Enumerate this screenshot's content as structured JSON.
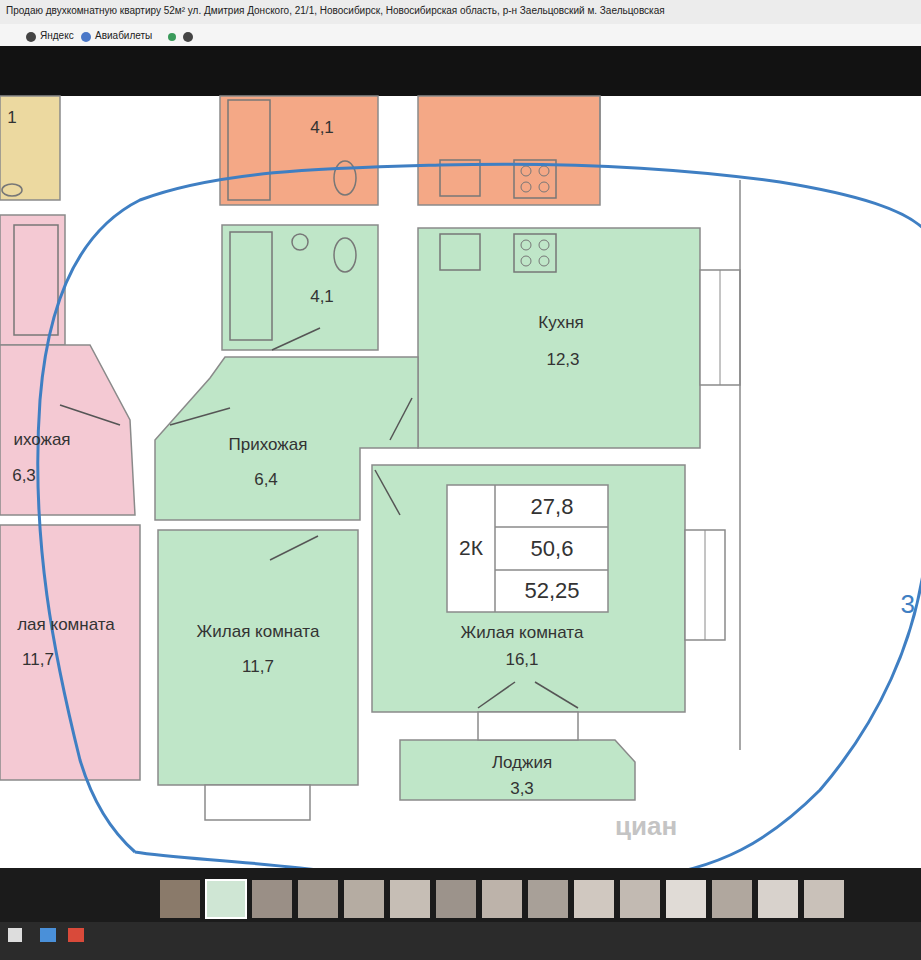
{
  "diagram": {
    "title": "Продаю двухкомнатную квартиру 52м² ул. Дмитрия Донского, 21/1, Новосибирск, Новосибирская область, р-н Заельцовский м. Заельцовская",
    "nodes": [
      {
        "text": [
          "1"
        ]
      },
      {
        "text": [
          "4,1"
        ]
      },
      {
        "text": [
          "4,1"
        ]
      },
      {
        "text": [
          "Кухня",
          "12,3"
        ]
      },
      {
        "text": [
          "ихожая",
          "6,3"
        ]
      },
      {
        "text": [
          "Прихожая",
          "6,4"
        ]
      },
      {
        "text": [
          "лая комната",
          "11,7"
        ]
      },
      {
        "text": [
          "Жилая комната",
          "11,7"
        ]
      },
      {
        "text": [
          "Жилая комната",
          "16,1"
        ]
      },
      {
        "text": [
          "2К",
          "27,8",
          "50,6",
          "52,25"
        ],
        "in": 8
      },
      {
        "text": [
          "Лоджия",
          "3,3"
        ]
      }
    ],
    "labels": [
      "Яндекс",
      "Авиабилеты",
      "циан",
      "3"
    ]
  }
}
